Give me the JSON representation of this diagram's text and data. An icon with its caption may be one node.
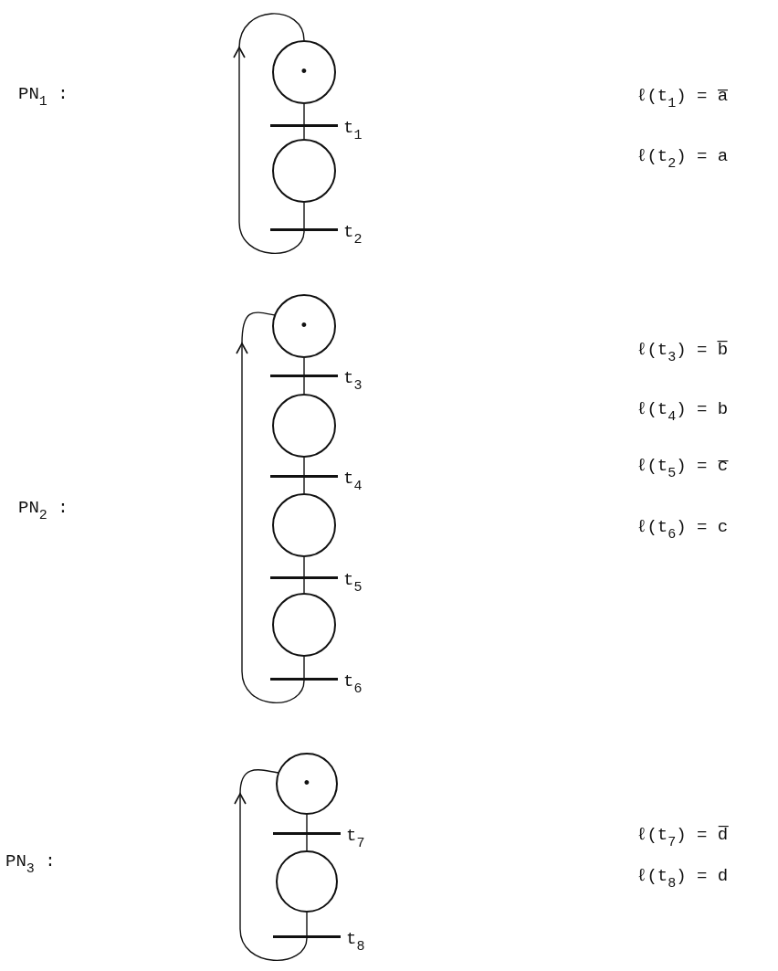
{
  "diagram": {
    "nodes": [
      {
        "text": [
          "•"
        ]
      },
      {
        "text": [],
        "shape": "bar",
        "beside": [
          "t$_{1}$"
        ]
      },
      {
        "text": [],
        "shape": "circle"
      },
      {
        "text": [],
        "shape": "bar",
        "beside": [
          "t$_{2}$"
        ]
      },
      {
        "text": [
          "•"
        ]
      },
      {
        "text": [],
        "shape": "bar",
        "beside": [
          "t$_{3}$"
        ]
      },
      {
        "text": [],
        "shape": "circle"
      },
      {
        "text": [],
        "shape": "bar",
        "beside": [
          "t$_{4}$"
        ]
      },
      {
        "text": [],
        "shape": "circle"
      },
      {
        "text": [],
        "shape": "bar",
        "beside": [
          "t$_{5}$"
        ]
      },
      {
        "text": [],
        "shape": "circle"
      },
      {
        "text": [],
        "shape": "bar",
        "beside": [
          "t$_{6}$"
        ]
      },
      {
        "text": [
          "•"
        ]
      },
      {
        "text": [],
        "shape": "bar",
        "beside": [
          "t$_{7}$"
        ]
      },
      {
        "text": [],
        "shape": "circle"
      },
      {
        "text": [],
        "shape": "bar",
        "beside": [
          "t$_{8}$"
        ]
      }
    ],
    "edges": [
      {
        "from": 0,
        "to": 1,
        "arrow": "none"
      },
      {
        "from": 1,
        "to": 2,
        "arrow": "none"
      },
      {
        "from": 2,
        "to": 3,
        "arrow": "none"
      },
      {
        "from": 3,
        "to": 0,
        "arrow": "to"
      },
      {
        "from": 4,
        "to": 5,
        "arrow": "none"
      },
      {
        "from": 5,
        "to": 6,
        "arrow": "none"
      },
      {
        "from": 6,
        "to": 7,
        "arrow": "none"
      },
      {
        "from": 7,
        "to": 8,
        "arrow": "none"
      },
      {
        "from": 8,
        "to": 9,
        "arrow": "none"
      },
      {
        "from": 9,
        "to": 10,
        "arrow": "none"
      },
      {
        "from": 10,
        "to": 11,
        "arrow": "none"
      },
      {
        "from": 11,
        "to": 4,
        "arrow": "to"
      },
      {
        "from": 12,
        "to": 13,
        "arrow": "none"
      },
      {
        "from": 13,
        "to": 14,
        "arrow": "none"
      },
      {
        "from": 14,
        "to": 15,
        "arrow": "none"
      },
      {
        "from": 15,
        "to": 12,
        "arrow": "to"
      }
    ],
    "labels": [
      "PN$_{1}$ :",
      "ℓ(t$_{1}$) = a̅",
      "ℓ(t$_{2}$) = a",
      "ℓ(t$_{3}$) = b̅",
      "ℓ(t$_{4}$) = b",
      "PN$_{2}$ :",
      "ℓ(t$_{5}$) = c̅",
      "ℓ(t$_{6}$) = c",
      "ℓ(t$_{7}$) = d̅",
      "PN$_{3}$ :",
      "ℓ(t$_{8}$) = d"
    ]
  }
}
